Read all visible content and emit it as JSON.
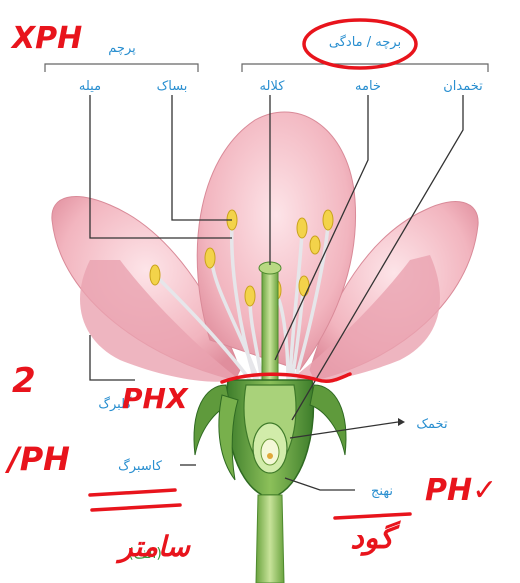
{
  "labels": {
    "stamen": "پرچم",
    "pistil": "برچه / مادگی",
    "filament": "میله",
    "anther": "بساک",
    "stigma": "کلاله",
    "style": "خامه",
    "ovary": "تخمدان",
    "petal": "گلبرگ",
    "ovule": "تخمک",
    "sepal": "کاسبرگ",
    "receptacle": "نهنج",
    "caption": "(الف)"
  },
  "annotations": {
    "top_left": "XPH",
    "left_number": "2",
    "left_mid": "PHX",
    "left_lower": "/PH",
    "right_lower": "PH✓",
    "bottom_center": "گود",
    "bottom_left": "سامتر"
  },
  "colors": {
    "label_blue": "#2a8fd0",
    "ink_red": "#e8141c",
    "petal_pink": "#f2b8c0",
    "sepal_green": "#5a9a3a"
  }
}
